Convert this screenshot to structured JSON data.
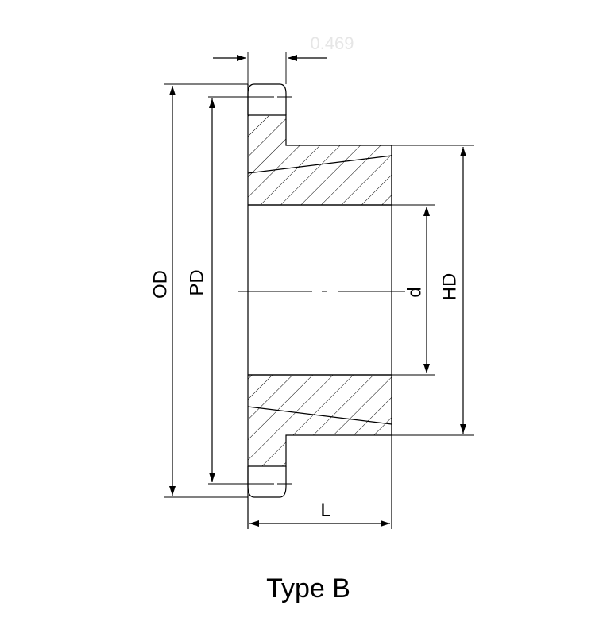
{
  "diagram": {
    "caption": "Type B",
    "labels": {
      "outer_diameter": "OD",
      "pitch_diameter": "PD",
      "bore": "d",
      "hub_diameter": "HD",
      "length": "L",
      "tooth_width": "0.469"
    }
  }
}
